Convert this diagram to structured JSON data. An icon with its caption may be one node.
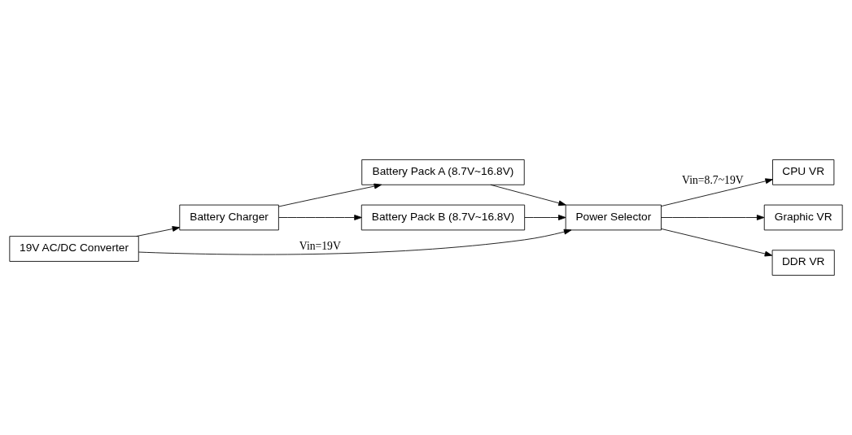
{
  "diagram": {
    "nodes": [
      {
        "text": [
          "19V AC/DC Converter"
        ]
      },
      {
        "text": [
          "Battery Charger"
        ]
      },
      {
        "text": [
          "Power Selector"
        ]
      },
      {
        "text": [
          "CPU VR"
        ]
      },
      {
        "text": [
          "Graphic VR"
        ]
      },
      {
        "text": [
          "DDR VR"
        ]
      },
      {
        "text": [
          "Battery Pack A (8.7V~16.8V)"
        ]
      },
      {
        "text": [
          "Battery Pack B (8.7V~16.8V)"
        ]
      }
    ],
    "edges": [
      {
        "from": 0,
        "to": 1,
        "arrow": "to"
      },
      {
        "from": 0,
        "to": 2,
        "arrow": "to",
        "label": "Vin=19V"
      },
      {
        "from": 2,
        "to": 3,
        "arrow": "to",
        "label": "Vin=8.7~19V"
      },
      {
        "from": 2,
        "to": 4,
        "arrow": "to"
      },
      {
        "from": 2,
        "to": 5,
        "arrow": "to"
      },
      {
        "from": 1,
        "to": 6,
        "arrow": "to"
      },
      {
        "from": 1,
        "to": 7,
        "arrow": "to"
      },
      {
        "from": 6,
        "to": 2,
        "arrow": "to"
      },
      {
        "from": 7,
        "to": 2,
        "arrow": "to"
      }
    ]
  }
}
